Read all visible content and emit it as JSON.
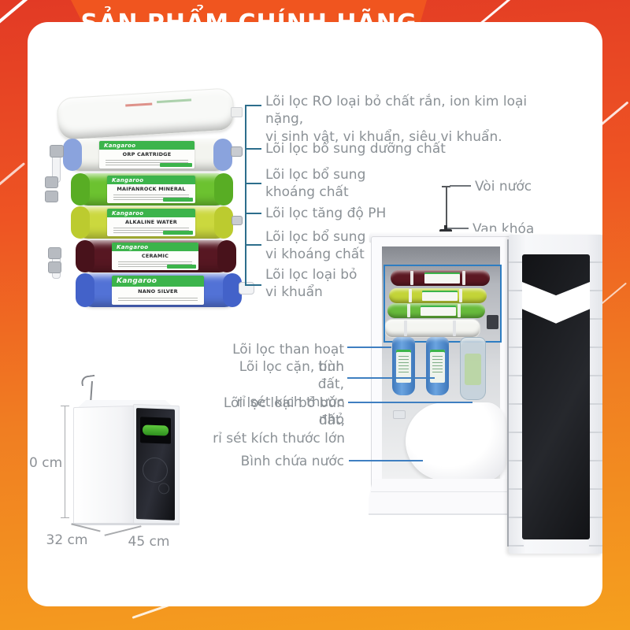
{
  "header": {
    "title": "SẢN PHẨM CHÍNH HÃNG"
  },
  "brand": "Kangaroo",
  "colors": {
    "banner": "#f0551f",
    "gradient_top": "#e23a25",
    "gradient_bottom": "#f5a01e",
    "label_text": "#8b9196",
    "bracket_line": "#2d6e8c",
    "pointer_line": "#3f7fc1",
    "annotation_box": "#2e7dc2",
    "band_green": "#3cb44b"
  },
  "filter_stack": [
    {
      "name": "RO membrane",
      "body_color": "#f8f9f7",
      "cap_color": "#eef0ee",
      "label_title": ""
    },
    {
      "name": "ORP cartridge",
      "body_color": "#f3f4ef",
      "cap_color": "#8aa3dd",
      "band_color": "#3cb44b",
      "label_title": "ORP CARTRIDGE"
    },
    {
      "name": "Maifan mineral",
      "body_color": "#6cc230",
      "cap_color": "#58ad24",
      "band_color": "#3cb44b",
      "label_title": "MAIFANROCK MINERAL"
    },
    {
      "name": "Alkaline water",
      "body_color": "#cbd83e",
      "cap_color": "#bccb2f",
      "band_color": "#3cb44b",
      "label_title": "ALKALINE WATER"
    },
    {
      "name": "Ceramic",
      "body_color": "#571722",
      "cap_color": "#48121b",
      "band_color": "#3cb44b",
      "label_title": "CERAMIC"
    },
    {
      "name": "Nano silver",
      "body_color": "#5272d6",
      "cap_color": "#4362c9",
      "band_color": "#3cb44b",
      "label_title": "NANO SILVER"
    }
  ],
  "left_labels": [
    "Lõi lọc RO loại bỏ chất rắn, ion kim loại nặng,\nvi sinh vật, vi khuẩn, siêu vi khuẩn.",
    "Lõi lọc bổ sung dưỡng chất",
    "Lõi lọc bổ sung\nkhoáng chất",
    "Lõi lọc tăng độ PH",
    "Lõi lọc bổ sung\nvi khoáng chất",
    "Lõi lọc loại bỏ\nvi khuẩn"
  ],
  "cabinet": {
    "faucet_label": "Vòi nước",
    "valve_label": "Van khóa",
    "carbon_label": "Lõi lọc than hoạt tính",
    "sediment_small_label": "Lõi lọc cặn, bùn đất,\nrỉ sét kích thước nhỏ",
    "sediment_large_label": "Lõi lọc loại bỏ bùn đất,\nrỉ sét kích thước lớn",
    "tank_label": "Bình chứa nước",
    "h_filters": [
      {
        "name": "ceramic",
        "color": "#5c1822"
      },
      {
        "name": "alkaline",
        "color": "#c3d438"
      },
      {
        "name": "mineral",
        "color": "#68bb3c"
      },
      {
        "name": "ro",
        "color": "#f4f5f1"
      }
    ]
  },
  "dimensions": {
    "height": "0 cm",
    "width": "32 cm",
    "depth": "45 cm"
  }
}
